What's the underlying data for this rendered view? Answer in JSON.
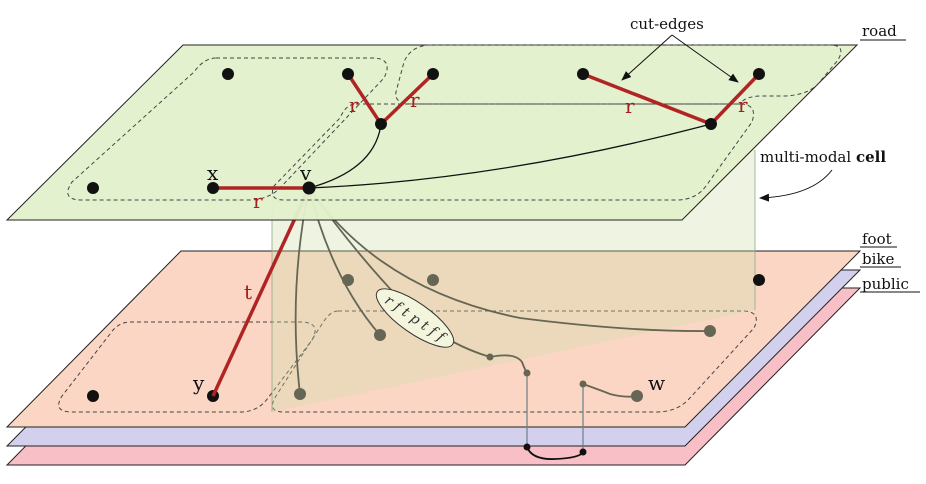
{
  "layers": {
    "road": "road",
    "foot": "foot",
    "bike": "bike",
    "public": "public"
  },
  "annotations": {
    "cut_edges": "cut-edges",
    "cell_prefix": "multi-modal ",
    "cell_bold": "cell"
  },
  "vertices": {
    "x": "x",
    "v": "v",
    "y": "y",
    "w": "w"
  },
  "edge_labels": {
    "road_a": "r",
    "road_b": "r",
    "road_c": "r",
    "road_d": "r",
    "road_xv": "r",
    "transfer": "t"
  },
  "mode_sequence": "r f t p t f f",
  "colors": {
    "road_fill": "#e2f0cc",
    "foot_fill": "#fbd6c4",
    "bike_fill": "#d3d0ee",
    "public_fill": "#f8c0c6",
    "cut_edge": "#b02424"
  }
}
